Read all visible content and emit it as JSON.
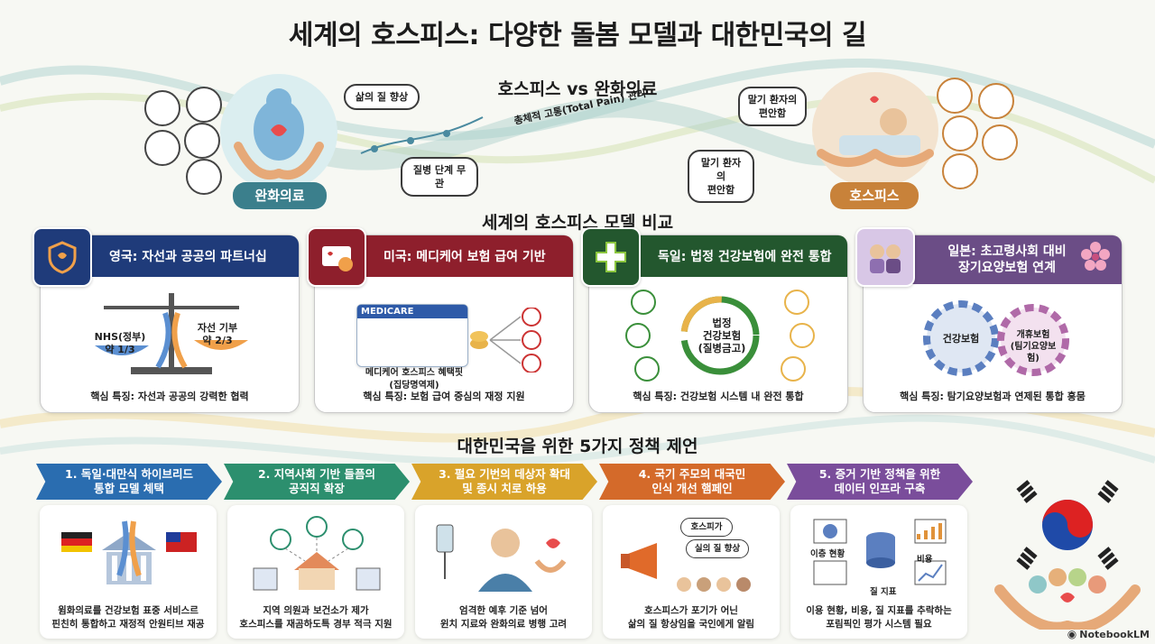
{
  "title": "세계의 호스피스: 다양한 돌봄 모델과 대한민국의 길",
  "section1": {
    "title": "호스피스 vs 완화의료",
    "left_label": "완화의료",
    "right_label": "호스피스",
    "bubble_qol": "삶의 질 향상",
    "bubble_any_stage": "질병 단계 무관",
    "total_pain": "총체적 고통(Total Pain) 관리",
    "bubble_comfort_mid": "말기 환자의\n편안함",
    "bubble_comfort_right": "말기 환자의\n편안함"
  },
  "section2": {
    "title": "세계의 호스피스 모델 비교",
    "cards": [
      {
        "head": "영국: 자선과 공공의 파트너십",
        "left_label": "NHS(정부)\n약 1/3",
        "right_label": "자선 기부\n약 2/3",
        "foot": "핵심 특징: 자선과 공공의 강력한 협력",
        "color": "#1f3b7a"
      },
      {
        "head": "미국: 메디케어 보험 급여 기반",
        "card_label": "MEDICARE",
        "caption": "메디케어 호스피스 혜택핏\n(집당명역제)",
        "foot": "핵심 특징: 보험 급여 중심의 재정 지원",
        "color": "#8e1f2c"
      },
      {
        "head": "독일: 법정 건강보험에 완전 통합",
        "center_label": "법정\n건강보험\n(질병금고)",
        "foot": "핵심 특징: 건강보험 시스템 내 완전 통합",
        "color": "#23572e"
      },
      {
        "head": "일본: 초고령사회 대비\n장기요양보험 연계",
        "gear_left": "건강보험",
        "gear_right": "개휴보험\n(팀기요양보험)",
        "foot": "핵심 특징: 탐기요양보험과 연제된 통합 흥뭄",
        "color": "#6b4d86"
      }
    ]
  },
  "section3": {
    "title": "대한민국을 위한 5가지 정책 제언",
    "items": [
      {
        "head": "1. 독일·대만식 하이브리드\n통합 모델 체택",
        "caption": "윔화의료를 건강보험 표중 서비스르\n핀친히 통합하고 재정적 안원티브 재공",
        "color": "#2a6db0"
      },
      {
        "head": "2. 지역사회 기반 들픔의\n공직직 확장",
        "caption": "지역 의원과 보건소가 제가\n호스피스를 재곰하도특 경부 적극 지원",
        "color": "#2c8f6e"
      },
      {
        "head": "3. 펄요 기번의 데상자 확대\n및 종시 치로 하용",
        "caption": "엄격한 예후 기준 넘어\n윈치 지료와 완화의료 병행 고려",
        "color": "#d9a32a"
      },
      {
        "head": "4. 국기 주모의 대국민\n인식 개선 햄페인",
        "caption": "호스피스가 포기가 어닌\n삶의 질 항상임을 국인에게 알림",
        "color": "#d46a2a"
      },
      {
        "head": "5. 증거 기반 정책을 위한\n데이터 인프라 구축",
        "caption": "이용 현황, 비용, 질 지표를 추락하는\n포림픽인 평가 시스템 필요",
        "color": "#7a4d9b"
      }
    ],
    "megaphone_b1": "호스피가",
    "megaphone_b2": "실의 질 향상",
    "data_labels": [
      "이층 현황",
      "비용",
      "질 지표"
    ]
  },
  "watermark": "NotebookLM",
  "colors": {
    "navy": "#1f3b7a",
    "red": "#8e1f2c",
    "green": "#23572e",
    "purple": "#6b4d86",
    "orange": "#c8823a",
    "teal": "#3b8a8c"
  }
}
